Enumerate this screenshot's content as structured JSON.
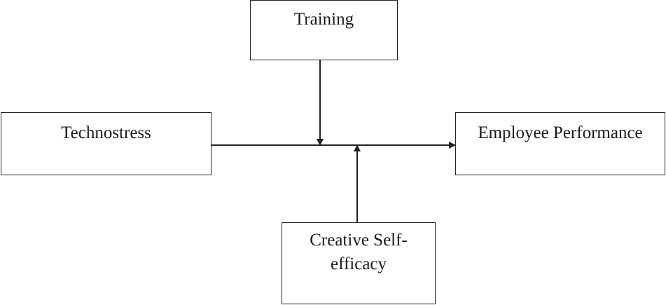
{
  "diagram": {
    "nodes": {
      "training": {
        "label": "Training"
      },
      "technostress": {
        "label": "Technostress"
      },
      "employee_performance": {
        "label": "Employee Performance"
      },
      "creative_self_efficacy": {
        "label_line1": "Creative Self-",
        "label_line2": "efficacy"
      }
    },
    "edges": [
      {
        "from": "technostress",
        "to": "employee_performance",
        "kind": "direct-effect"
      },
      {
        "from": "training",
        "to": "technostress-employee_performance-path",
        "kind": "moderation"
      },
      {
        "from": "creative_self_efficacy",
        "to": "technostress-employee_performance-path",
        "kind": "moderation"
      }
    ],
    "colors": {
      "line": "#222222",
      "text": "#1a1a1a",
      "background": "#ffffff"
    }
  }
}
